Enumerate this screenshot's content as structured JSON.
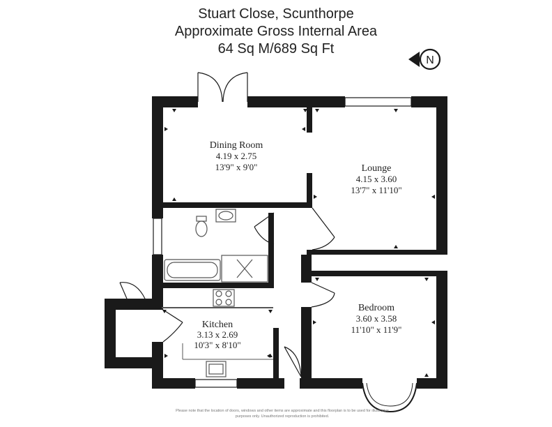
{
  "header": {
    "line1": "Stuart Close, Scunthorpe",
    "line2": "Approximate Gross Internal Area",
    "line3": "64 Sq M/689 Sq Ft"
  },
  "compass": {
    "label": "N",
    "icon": "north-arrow-icon"
  },
  "rooms": {
    "dining": {
      "name": "Dining Room",
      "metric": "4.19 x 2.75",
      "imperial": "13'9\" x 9'0\""
    },
    "lounge": {
      "name": "Lounge",
      "metric": "4.15 x 3.60",
      "imperial": "13'7\" x 11'10\""
    },
    "bedroom": {
      "name": "Bedroom",
      "metric": "3.60 x 3.58",
      "imperial": "11'10\" x 11'9\""
    },
    "kitchen": {
      "name": "Kitchen",
      "metric": "3.13 x 2.69",
      "imperial": "10'3\" x 8'10\""
    }
  },
  "fixtures": [
    "bath-icon",
    "shower-icon",
    "toilet-icon",
    "basin-icon",
    "hob-icon",
    "sink-icon"
  ],
  "colors": {
    "wall": "#1a1a1a",
    "fixture": "#555555"
  },
  "disclaimer": {
    "line1": "Please note that the location of doors, windows and other items are approximate and this floorplan is to be used for illustrative",
    "line2": "purposes only. Unauthorized reproduction is prohibited."
  }
}
